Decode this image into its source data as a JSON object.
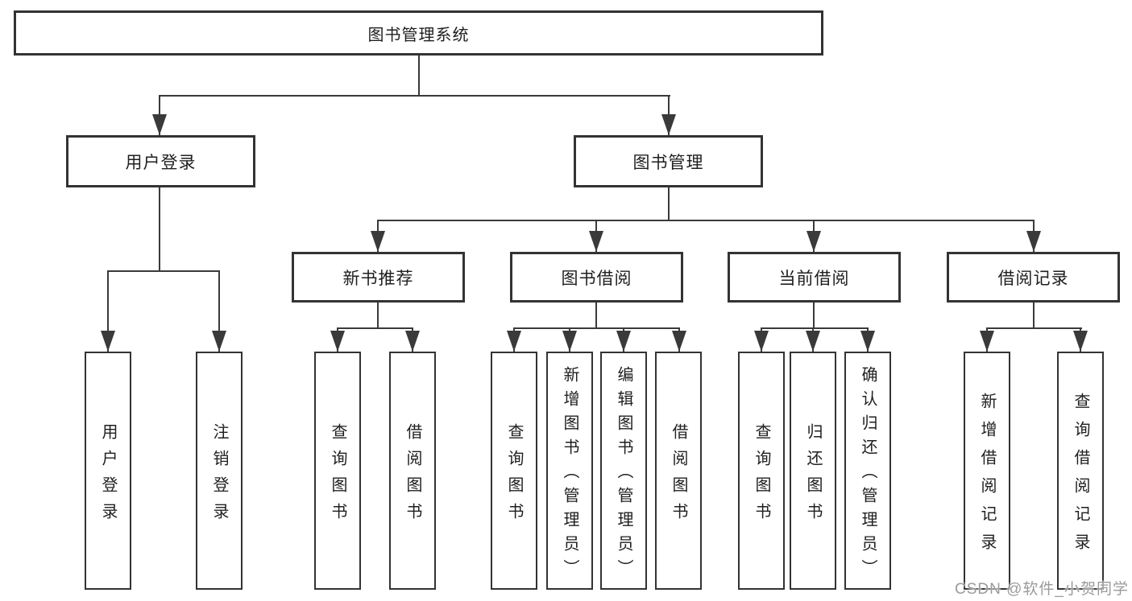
{
  "tree": {
    "root": {
      "label": "图书管理系统"
    },
    "children": [
      {
        "label": "用户登录",
        "children": [
          {
            "label": "用户登录"
          },
          {
            "label": "注销登录"
          }
        ]
      },
      {
        "label": "图书管理",
        "children": [
          {
            "label": "新书推荐",
            "children": [
              {
                "label": "查询图书"
              },
              {
                "label": "借阅图书"
              }
            ]
          },
          {
            "label": "图书借阅",
            "children": [
              {
                "label": "查询图书"
              },
              {
                "label": "新增图书（管理员）"
              },
              {
                "label": "编辑图书（管理员）"
              },
              {
                "label": "借阅图书"
              }
            ]
          },
          {
            "label": "当前借阅",
            "children": [
              {
                "label": "查询图书"
              },
              {
                "label": "归还图书"
              },
              {
                "label": "确认归还（管理员）"
              }
            ]
          },
          {
            "label": "借阅记录",
            "children": [
              {
                "label": "新增借阅记录"
              },
              {
                "label": "查询借阅记录"
              }
            ]
          }
        ]
      }
    ]
  },
  "watermark": {
    "text": "CSDN @软件_小贺同学"
  },
  "icons": {
    "arrowhead": "solid-triangle-down"
  },
  "colors": {
    "background": "#ffffff",
    "box_border": "#333333",
    "connector_line": "#3a3a3a",
    "text": "#1f1f1f",
    "watermark_text": "#9b9b9b"
  }
}
